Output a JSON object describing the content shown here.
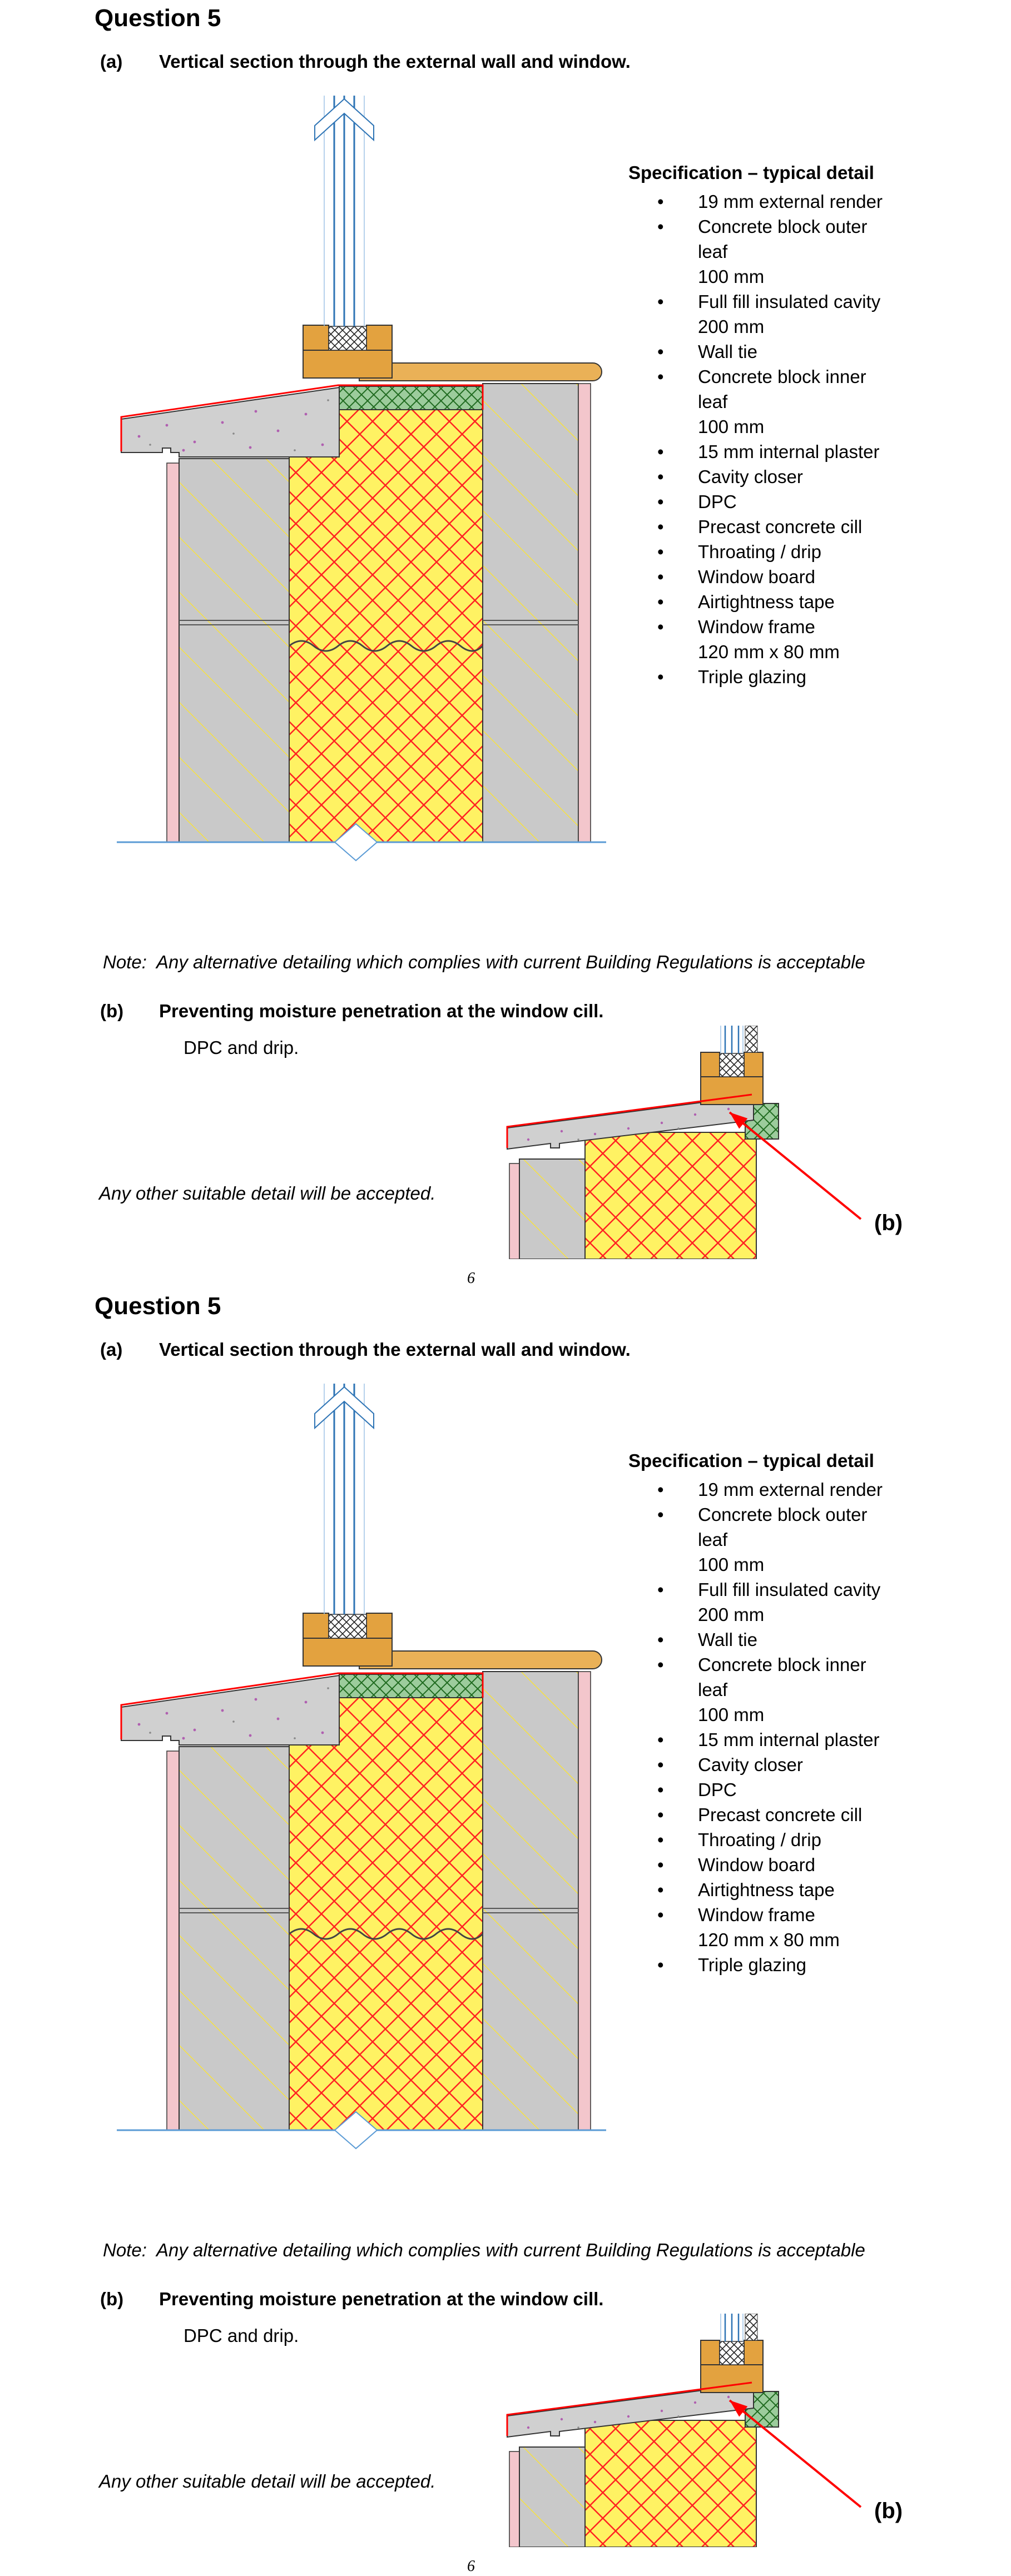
{
  "page": {
    "question_title": "Question 5",
    "part_a": {
      "label": "(a)",
      "title": "Vertical section through the external wall and window."
    },
    "spec": {
      "title": "Specification – typical detail",
      "items": [
        "19 mm external render",
        "Concrete block outer leaf\n100 mm",
        "Full fill insulated cavity\n200 mm",
        "Wall tie",
        "Concrete block inner leaf\n100 mm",
        "15 mm internal plaster",
        "Cavity closer",
        "DPC",
        "Precast concrete cill",
        "Throating / drip",
        "Window board",
        "Airtightness tape",
        "Window frame\n120 mm x 80 mm",
        "Triple glazing"
      ]
    },
    "note": "Note:  Any alternative detailing which complies with current Building Regulations is acceptable",
    "part_b": {
      "label": "(b)",
      "title": "Preventing moisture penetration at the window cill.",
      "subtitle": "DPC and drip.",
      "accept_note": "Any other suitable detail will be accepted.",
      "detail_label": "(b)"
    },
    "page_number": "6",
    "drawing_legend": {
      "external_render_pink": "#f3c6cc",
      "concrete_block_grey": "#c9c9c9",
      "block_hatch_yellow": "#f7e23e",
      "insulation_yellow": "#fff263",
      "insulation_hatch_red": "#ff2222",
      "cavity_closer_green": "#9ccc9c",
      "window_frame_tan": "#e3a23f",
      "window_board_tan": "#eab157",
      "glazing_blue": "#2e74b5",
      "dpc_red": "#ff0000",
      "ground_line_blue": "#5b9bd5",
      "cill_grey": "#d0d0d0",
      "cill_stipple_purple": "#b05fb0"
    }
  }
}
